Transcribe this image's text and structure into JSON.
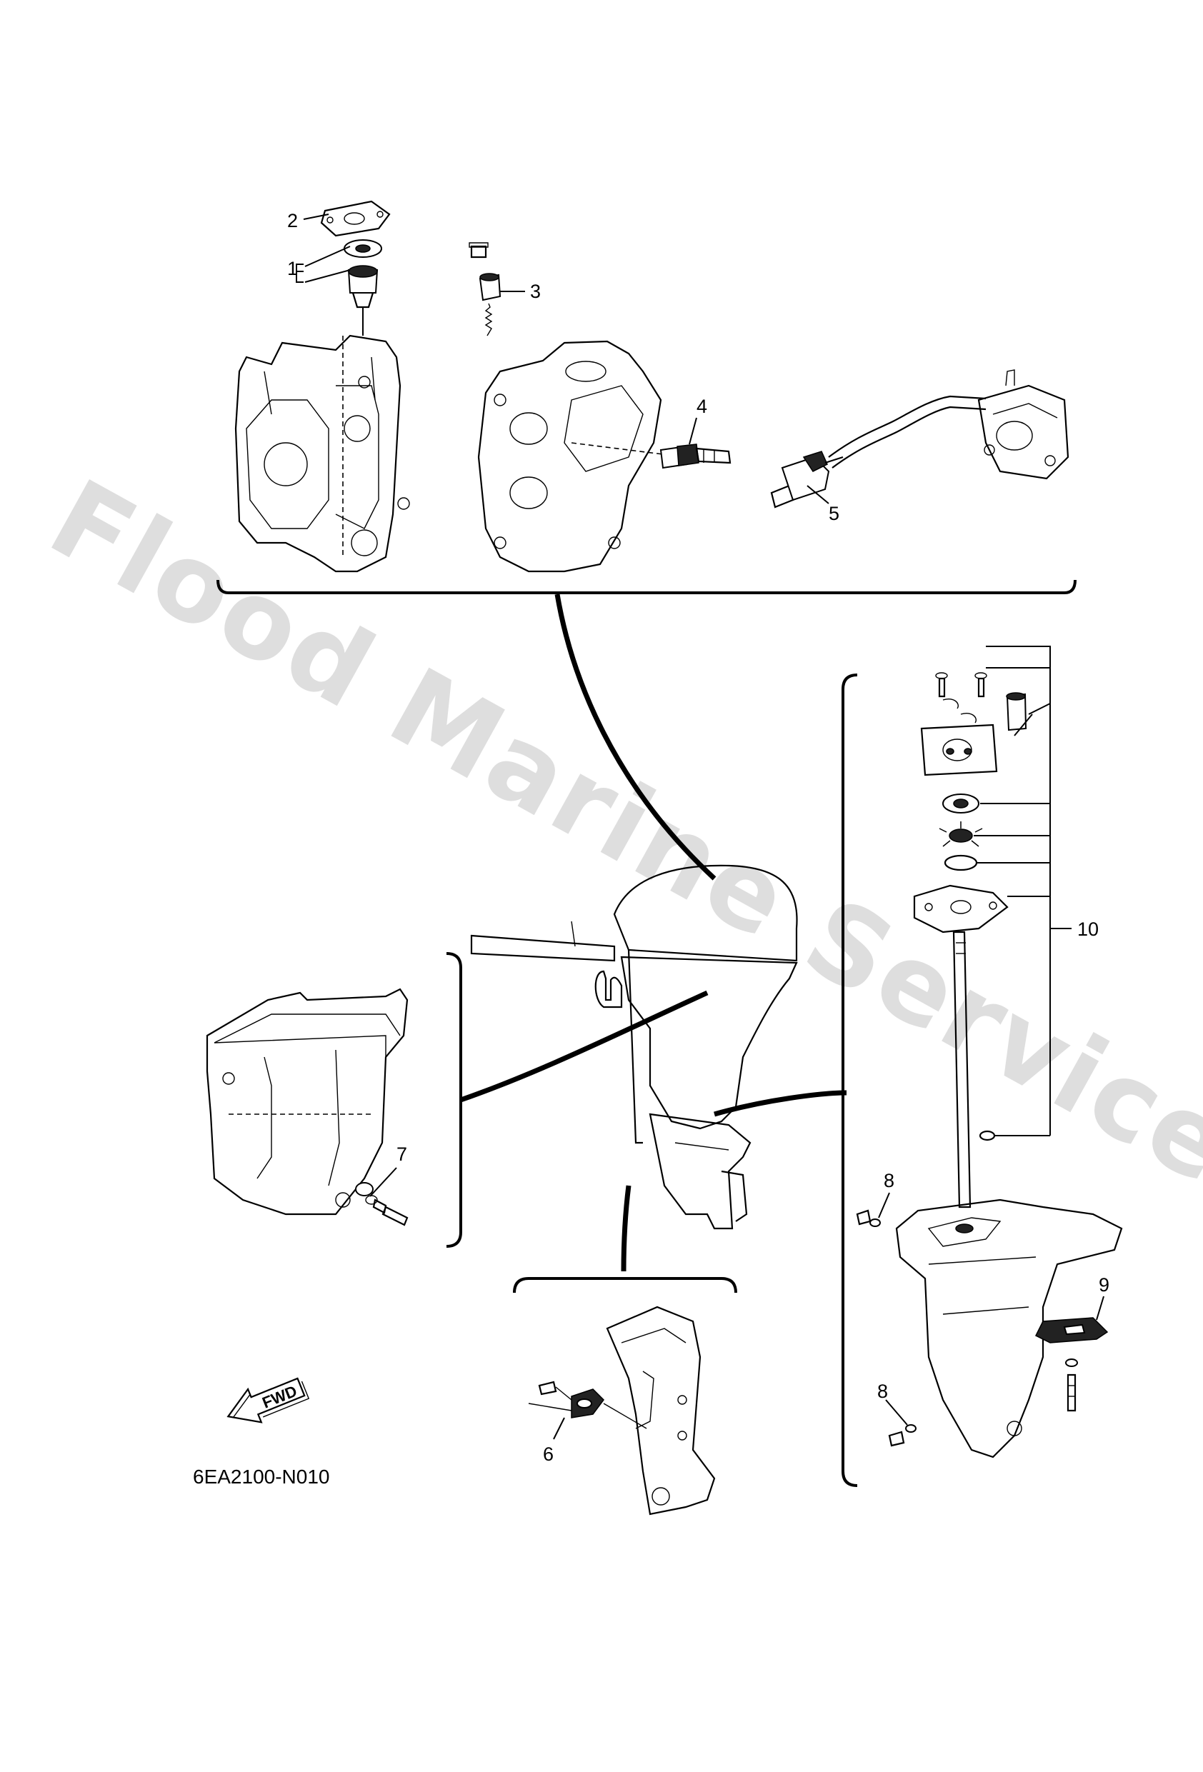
{
  "watermark": "Flood Marine Services",
  "diagram_code": "6EA2100-N010",
  "fwd_label": "FWD",
  "callouts": {
    "c1": "1",
    "c2": "2",
    "c3": "3",
    "c4": "4",
    "c5": "5",
    "c6": "6",
    "c7": "7",
    "c8a": "8",
    "c8b": "8",
    "c9": "9",
    "c10": "10"
  },
  "icons": {
    "fwd": "fwd-arrow-icon"
  }
}
